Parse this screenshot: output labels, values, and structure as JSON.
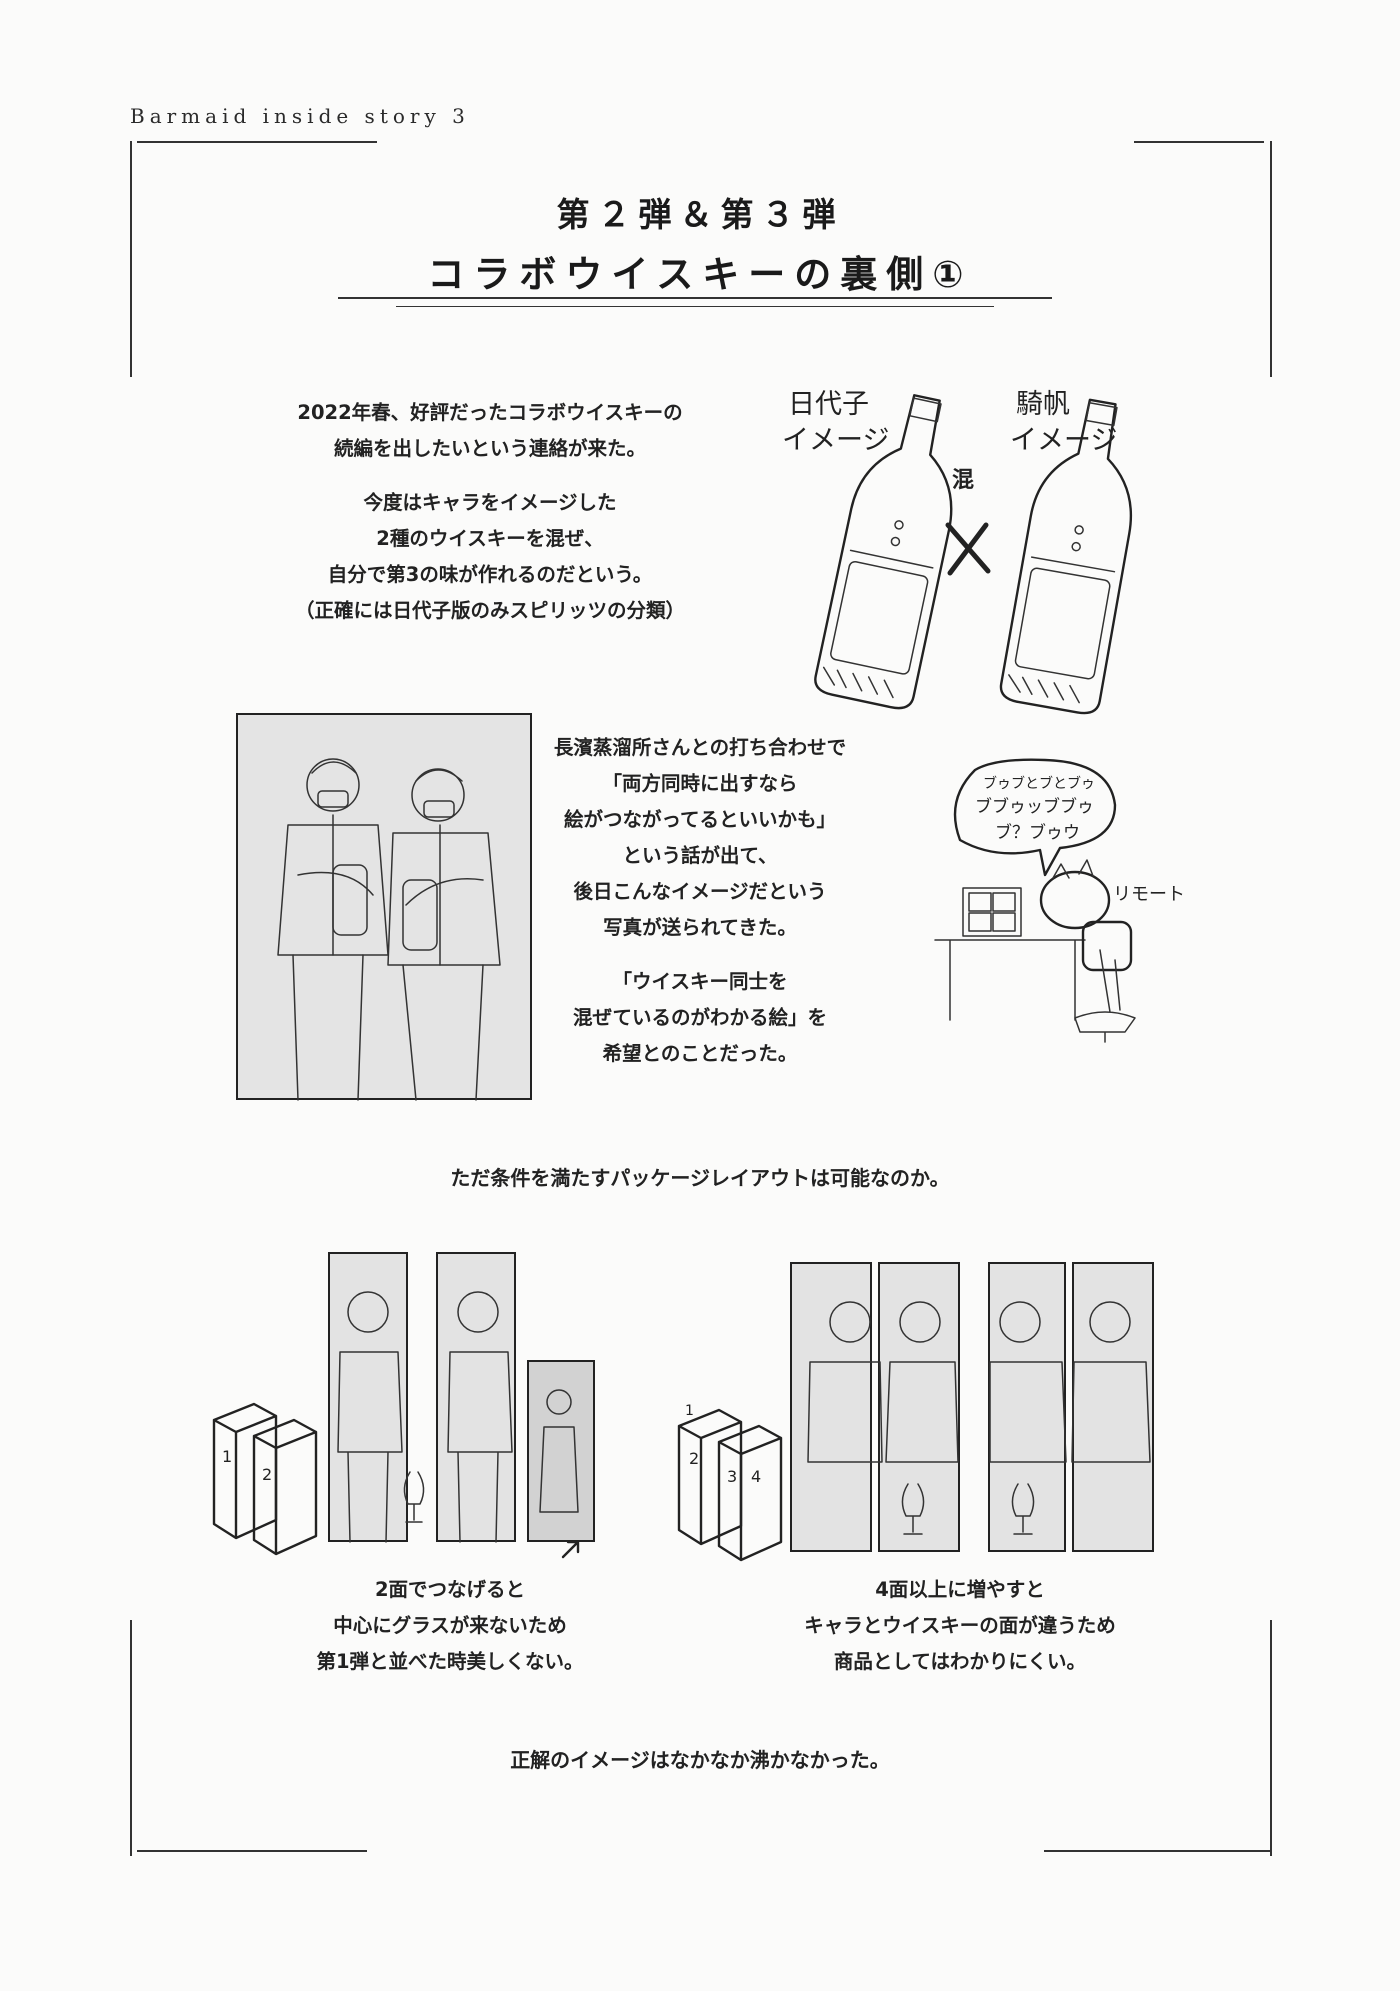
{
  "header": {
    "series_label": "Barmaid inside story 3"
  },
  "title": {
    "line1": "第２弾＆第３弾",
    "line2": "コラボウイスキーの裏側①"
  },
  "section1": {
    "lines": [
      "2022年春、好評だったコラボウイスキーの",
      "続編を出したいという連絡が来た。"
    ],
    "lines2": [
      "今度はキャラをイメージした",
      "2種のウイスキーを混ぜ、",
      "自分で第3の味が作れるのだという。",
      "（正確には日代子版のみスピリッツの分類）"
    ],
    "sketch": {
      "left_label": [
        "日代子",
        "イメージ"
      ],
      "right_label": [
        "騎帆",
        "イメージ"
      ],
      "mix_label": "混"
    }
  },
  "section2": {
    "lines": [
      "長濱蒸溜所さんとの打ち合わせで",
      "「両方同時に出すなら",
      "絵がつながってるといいかも」",
      "という話が出て、",
      "後日こんなイメージだという",
      "写真が送られてきた。"
    ],
    "lines2": [
      "「ウイスキー同士を",
      "混ぜているのがわかる絵」を",
      "希望とのことだった。"
    ],
    "sketch": {
      "bubble": [
        "ブゥブとブとブゥ",
        "ブブゥッブブゥ",
        "ブ？ブゥウ"
      ],
      "remote_label": "リモート"
    }
  },
  "section3": {
    "question": "ただ条件を満たすパッケージレイアウトは可能なのか。",
    "left_caption": [
      "2面でつなげると",
      "中心にグラスが来ないため",
      "第1弾と並べた時美しくない。"
    ],
    "right_caption": [
      "4面以上に増やすと",
      "キャラとウイスキーの面が違うため",
      "商品としてはわかりにくい。"
    ],
    "left_boxes": [
      "1",
      "2"
    ],
    "right_boxes": [
      "1",
      "2",
      "3",
      "4"
    ]
  },
  "conclusion": "正解のイメージはなかなか沸かなかった。"
}
